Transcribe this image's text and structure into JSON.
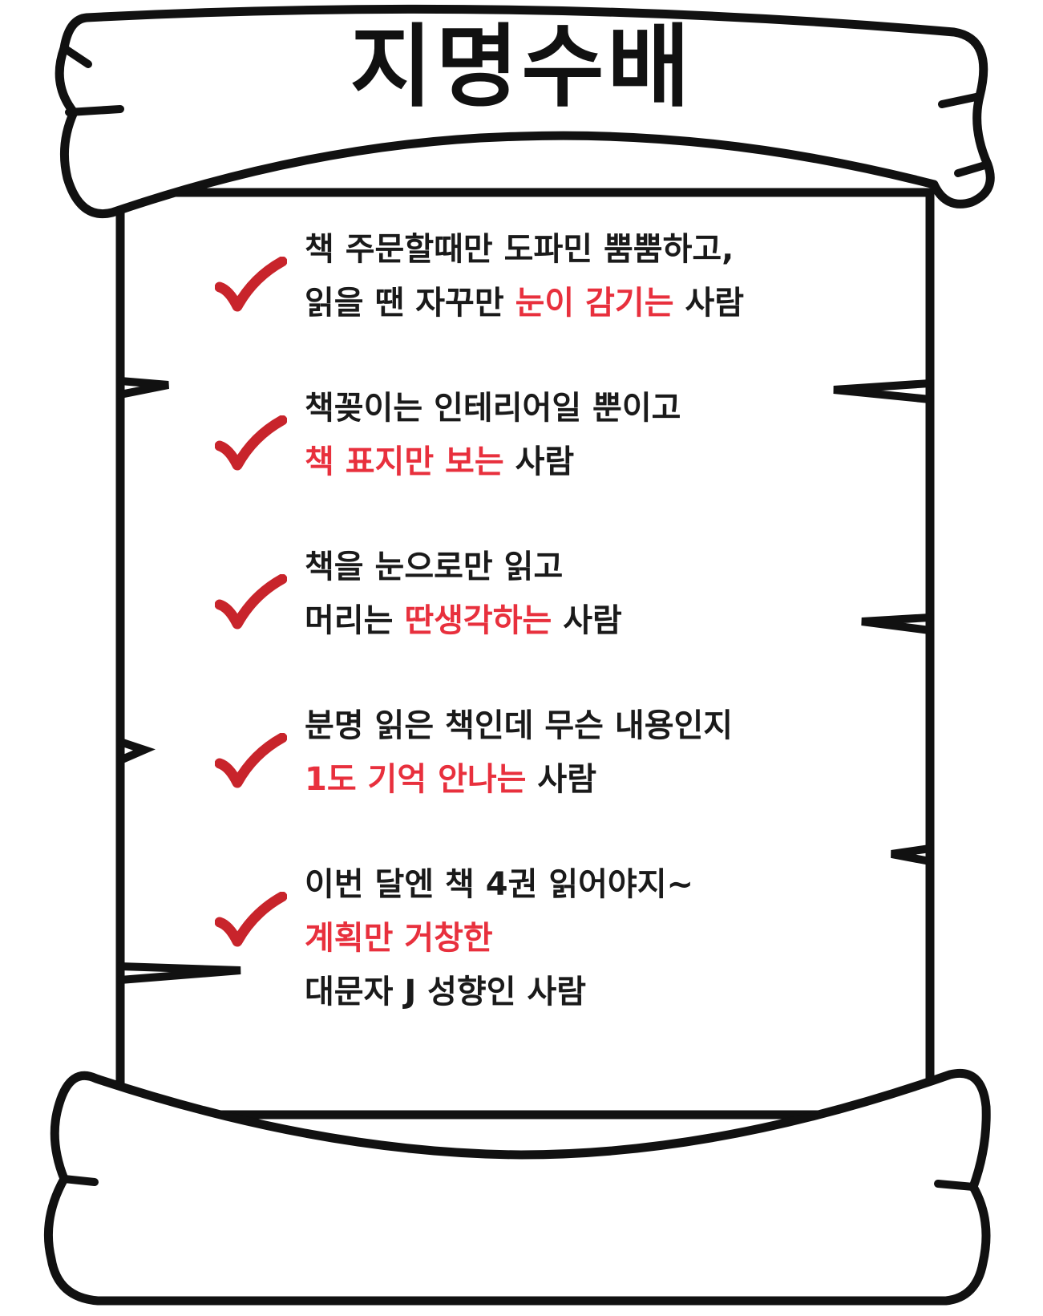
{
  "title": "지명수배",
  "colors": {
    "text": "#1a1a1a",
    "highlight": "#e8303d",
    "check": "#c8242b",
    "outline": "#111111"
  },
  "icons": {
    "check": "check-mark-icon"
  },
  "items": [
    {
      "lines": [
        [
          {
            "text": "책 주문할때만 도파민 뿜뿜하고,",
            "highlight": false
          }
        ],
        [
          {
            "text": "읽을 땐 자꾸만 ",
            "highlight": false
          },
          {
            "text": "눈이 감기는",
            "highlight": true
          },
          {
            "text": " 사람",
            "highlight": false
          }
        ]
      ]
    },
    {
      "lines": [
        [
          {
            "text": "책꽂이는 인테리어일 뿐이고",
            "highlight": false
          }
        ],
        [
          {
            "text": "책 표지만 보는",
            "highlight": true
          },
          {
            "text": " 사람",
            "highlight": false
          }
        ]
      ]
    },
    {
      "lines": [
        [
          {
            "text": "책을 눈으로만 읽고",
            "highlight": false
          }
        ],
        [
          {
            "text": "머리는 ",
            "highlight": false
          },
          {
            "text": "딴생각하는",
            "highlight": true
          },
          {
            "text": " 사람",
            "highlight": false
          }
        ]
      ]
    },
    {
      "lines": [
        [
          {
            "text": "분명 읽은 책인데 무슨 내용인지",
            "highlight": false
          }
        ],
        [
          {
            "text": "1도 기억 안나는",
            "highlight": true
          },
          {
            "text": " 사람",
            "highlight": false
          }
        ]
      ]
    },
    {
      "lines": [
        [
          {
            "text": "이번 달엔 책 4권 읽어야지~",
            "highlight": false
          }
        ],
        [
          {
            "text": "계획만 거창한",
            "highlight": true
          }
        ],
        [
          {
            "text": "대문자 J 성향인 사람",
            "highlight": false
          }
        ]
      ]
    }
  ]
}
